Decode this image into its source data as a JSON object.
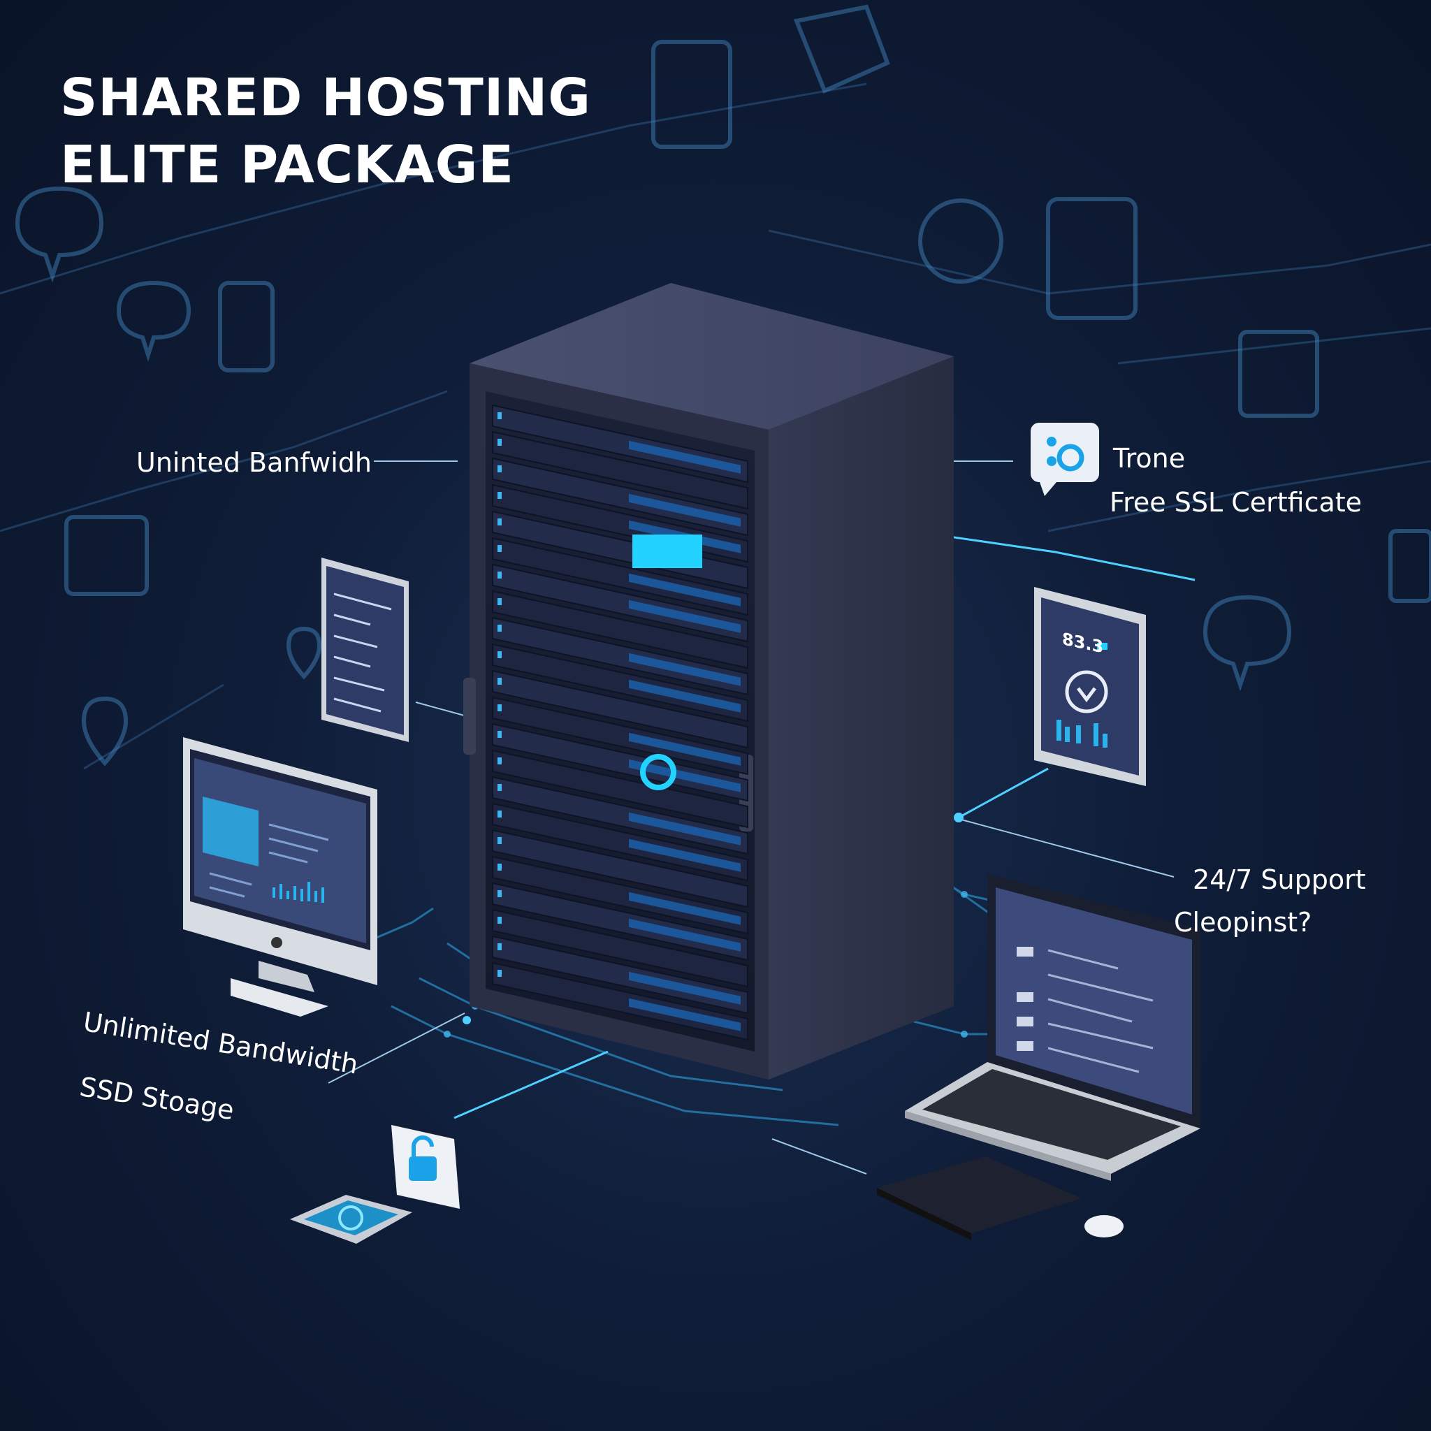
{
  "title": {
    "line1": "SHARED HOSTING",
    "line2": "ELITE PACKAGE"
  },
  "labels": {
    "top_left": "Uninted Banfwidh",
    "trone": "Trone",
    "ssl": "Free SSL Certficate",
    "support": "24/7 Support",
    "cleopinst": "Cleopinst?",
    "bandwidth": "Unlimited Bandwidth",
    "storage": "SSD Stoage"
  },
  "tablet_right": {
    "readout": "83.3"
  },
  "icons": [
    "chat-icon",
    "lock-icon",
    "shield-icon",
    "server-rack-icon",
    "monitor-icon",
    "laptop-icon",
    "tablet-icon",
    "phone-icon",
    "location-pin-icon",
    "calendar-icon",
    "mouse-icon",
    "keyboard-icon"
  ],
  "colors": {
    "background": "#0f1d38",
    "accent": "#3fb6f0",
    "glow": "#23d3ff",
    "rack": "#3a3f55",
    "text": "#ffffff"
  }
}
